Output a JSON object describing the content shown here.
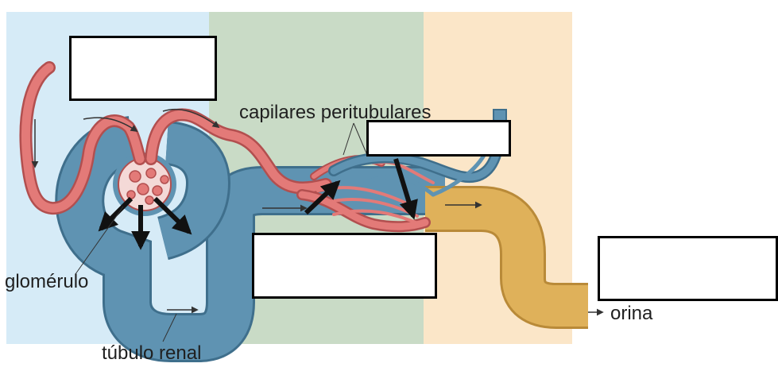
{
  "labels": {
    "capillaries": "capilares peritubulares",
    "glomerulus": "glomérulo",
    "renal_tubule": "túbulo renal",
    "urine": "orina"
  },
  "blank_boxes": [
    "",
    "",
    "",
    ""
  ],
  "colors": {
    "filtration_zone": "#d6ebf7",
    "reabsorption_zone": "#c9dbc6",
    "secretion_zone": "#fbe6c8",
    "blood_vessel": "#e37a78",
    "blood_vessel_outline": "#b24f4f",
    "tubule": "#5f93b2",
    "tubule_outline": "#3f6f8c",
    "collecting_duct": "#dfb15a",
    "collecting_duct_outline": "#b98a38",
    "arrow": "#111111"
  }
}
